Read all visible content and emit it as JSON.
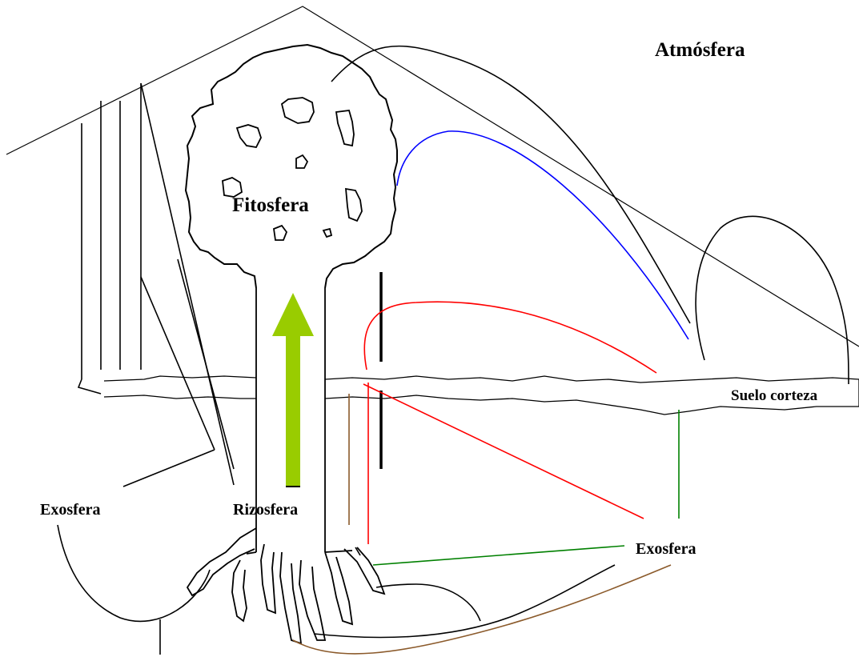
{
  "labels": {
    "atmosphere": "Atmósfera",
    "phytosphere": "Fitosfera",
    "soil_crust": "Suelo corteza",
    "exosphere_left": "Exosfera",
    "rhizosphere": "Rizosfera",
    "exosphere_right": "Exosfera"
  },
  "colors": {
    "line": "#000000",
    "blue_flow": "#0000ff",
    "red_flow": "#ff0000",
    "green_flow": "#008000",
    "brown_flow": "#8b5a2b",
    "sap_flow": "#99cc00"
  }
}
